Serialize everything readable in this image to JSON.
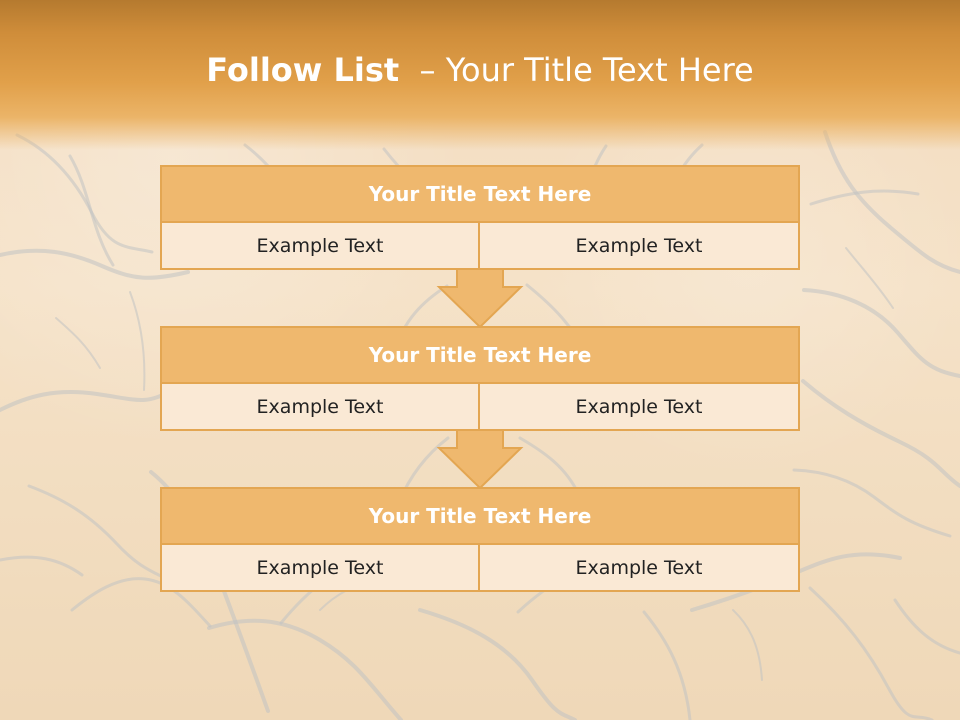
{
  "slide": {
    "title": {
      "strong": "Follow List",
      "rest": "– Your Title Text Here"
    },
    "blocks": [
      {
        "title": "Your Title Text Here",
        "left": "Example Text",
        "right": "Example Text"
      },
      {
        "title": "Your Title Text Here",
        "left": "Example Text",
        "right": "Example Text"
      },
      {
        "title": "Your Title Text Here",
        "left": "Example Text",
        "right": "Example Text"
      }
    ]
  },
  "colors": {
    "header_top": "#b57a2f",
    "header_bottom": "#ebb468",
    "block_border": "#e3a652",
    "block_title_fill": "#efb86e",
    "block_cell_fill": "#f6e1c8",
    "text_dark": "#222222",
    "text_light": "#ffffff"
  }
}
